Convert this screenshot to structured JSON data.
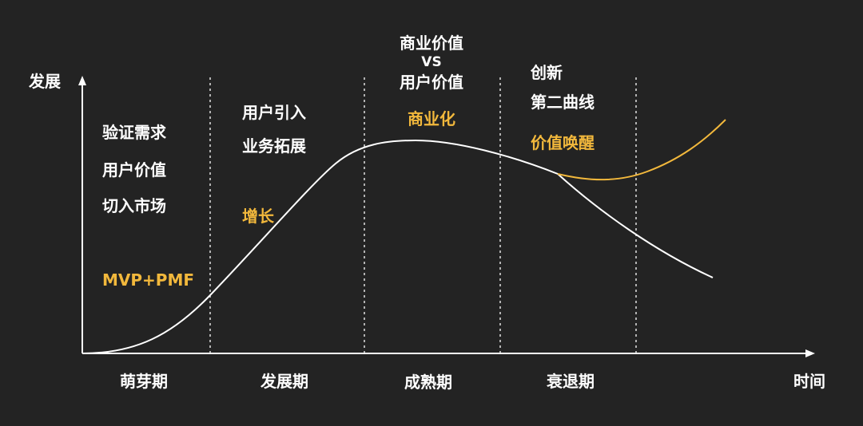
{
  "colors": {
    "background": "#232323",
    "foreground": "#ffffff",
    "accent": "#f2b83c"
  },
  "axes": {
    "y_label": "发展",
    "x_label": "时间"
  },
  "stages": [
    {
      "name": "萌芽期",
      "lines": [
        "验证需求",
        "用户价值",
        "切入市场"
      ],
      "highlight": "MVP+PMF"
    },
    {
      "name": "发展期",
      "lines": [
        "用户引入",
        "业务拓展"
      ],
      "highlight": "增长"
    },
    {
      "name": "成熟期",
      "lines": [
        "商业价值",
        "VS",
        "用户价值"
      ],
      "highlight": "商业化"
    },
    {
      "name": "衰退期",
      "lines": [
        "创新",
        "第二曲线"
      ],
      "highlight": "价值唤醒"
    }
  ]
}
